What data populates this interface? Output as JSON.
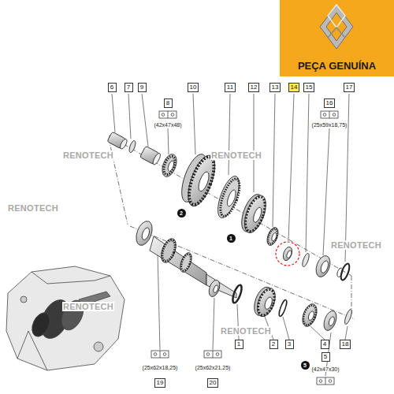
{
  "diagram": {
    "nodes": [
      {
        "text": [
          "PEÇA GENUÍNA"
        ]
      },
      {
        "text": [
          "6"
        ]
      },
      {
        "text": [
          "7"
        ]
      },
      {
        "text": [
          "9"
        ]
      },
      {
        "text": [
          "10"
        ]
      },
      {
        "text": [
          "11"
        ]
      },
      {
        "text": [
          "12"
        ]
      },
      {
        "text": [
          "13"
        ]
      },
      {
        "text": [
          "14"
        ]
      },
      {
        "text": [
          "15"
        ]
      },
      {
        "text": [
          "17"
        ]
      },
      {
        "text": [
          "8"
        ]
      },
      {
        "text": [
          "16"
        ]
      },
      {
        "text": [
          "2"
        ]
      },
      {
        "text": [
          "1"
        ]
      },
      {
        "text": [
          "1"
        ]
      },
      {
        "text": [
          "2"
        ]
      },
      {
        "text": [
          "3"
        ]
      },
      {
        "text": [
          "4"
        ]
      },
      {
        "text": [
          "18"
        ]
      },
      {
        "text": [
          "5"
        ]
      },
      {
        "text": [
          "5"
        ]
      },
      {
        "text": [
          "19"
        ]
      },
      {
        "text": [
          "20"
        ]
      }
    ],
    "labels": [
      "(42x47x48)",
      "(25x59x18,75)",
      "(42x47x30)",
      "(25x62x18,25)",
      "(25x62x21,25)",
      "RENOTECH",
      "RENOTECH",
      "RENOTECH",
      "RENOTECH",
      "RENOTECH",
      "RENOTECH"
    ]
  }
}
